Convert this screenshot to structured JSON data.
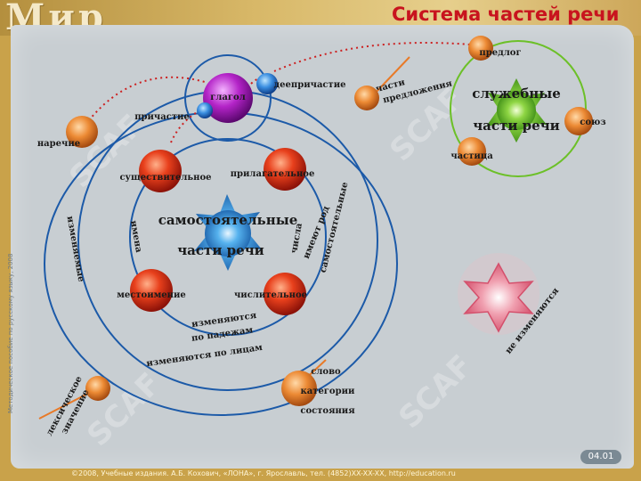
{
  "header": {
    "logo_text": "Мир",
    "title": "Система частей речи"
  },
  "center": {
    "independent_line1": "самостоятельные",
    "independent_line2": "части речи"
  },
  "service": {
    "line1": "служебные",
    "line2": "части речи"
  },
  "nodes": {
    "verb": "глагол",
    "participle": "причастие",
    "gerund": "деепричастие",
    "adverb": "наречие",
    "noun": "существительное",
    "adjective": "прилагательное",
    "pronoun": "местоимение",
    "numeral": "числительное",
    "state_word_1": "слово",
    "state_word_2": "категории",
    "state_word_3": "состояния",
    "preposition": "предлог",
    "conjunction": "союз",
    "particle": "частица",
    "sentence_parts_1": "части",
    "sentence_parts_2": "предложения",
    "lexical_1": "лексическое",
    "lexical_2": "значение"
  },
  "ring_labels": {
    "names": "имена",
    "numbers": "числа",
    "cases_1": "изменяются",
    "cases_2": "по падежам",
    "persons": "изменяются по лицам",
    "gender": "имеют род",
    "inflectable": "изменяемые",
    "independent": "самостоятельные",
    "not_inflect": "не изменяются"
  },
  "footer": {
    "caption": "©2008, Учебные издания. А.Б. Кохович, «ЛОНА», г. Ярославль, тел. (4852)XX-XX-XX, http://education.ru",
    "page": "04.01",
    "side_caption": "Методическое пособие по русскому языку, 2008"
  },
  "watermark": "SCAF",
  "colors": {
    "accent_title": "#c8141e",
    "ring_blue": "#1c5aa8",
    "ring_green": "#6cc028",
    "dotted_red": "#cc2020",
    "node_red": "#d42818",
    "node_orange": "#e87a28",
    "node_purple": "#b01ec0",
    "node_blue": "#2a7ed8"
  }
}
